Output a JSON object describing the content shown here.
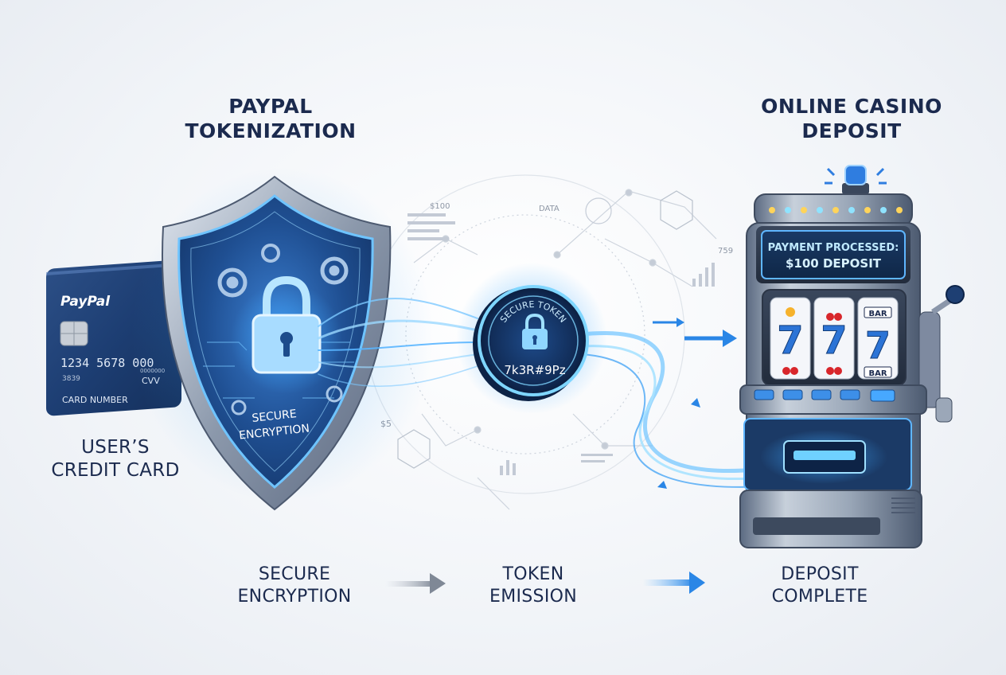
{
  "titles": {
    "tokenization_line1": "PAYPAL",
    "tokenization_line2": "TOKENIZATION",
    "casino_line1": "ONLINE CASINO",
    "casino_line2": "DEPOSIT",
    "card_line1": "USER’S",
    "card_line2": "CREDIT CARD"
  },
  "card": {
    "brand": "PayPal",
    "number": "1234  5678  000",
    "sub": "3839",
    "cvv_small": "0000000",
    "cvv": "CVV",
    "label": "CARD NUMBER"
  },
  "shield": {
    "line1": "SECURE",
    "line2": "ENCRYPTION"
  },
  "token": {
    "arc_label": "SECURE TOKEN",
    "code": "7k3R#9Pz"
  },
  "data_snippets": {
    "amount": "$100",
    "data": "DATA",
    "small_num": "759",
    "dollar": "$5"
  },
  "casino": {
    "screen_line1": "PAYMENT PROCESSED:",
    "screen_line2": "$100 DEPOSIT",
    "reel_bar": "BAR",
    "reel_bar2": "BAR",
    "seven": "7"
  },
  "steps": {
    "step1_line1": "SECURE",
    "step1_line2": "ENCRYPTION",
    "step2_line1": "TOKEN",
    "step2_line2": "EMISSION",
    "step3_line1": "DEPOSIT",
    "step3_line2": "COMPLETE"
  },
  "colors": {
    "navy": "#1b2a4e",
    "glow": "#3fa9ff",
    "cyan": "#7fd6ff",
    "steel": "#6f7f96"
  }
}
